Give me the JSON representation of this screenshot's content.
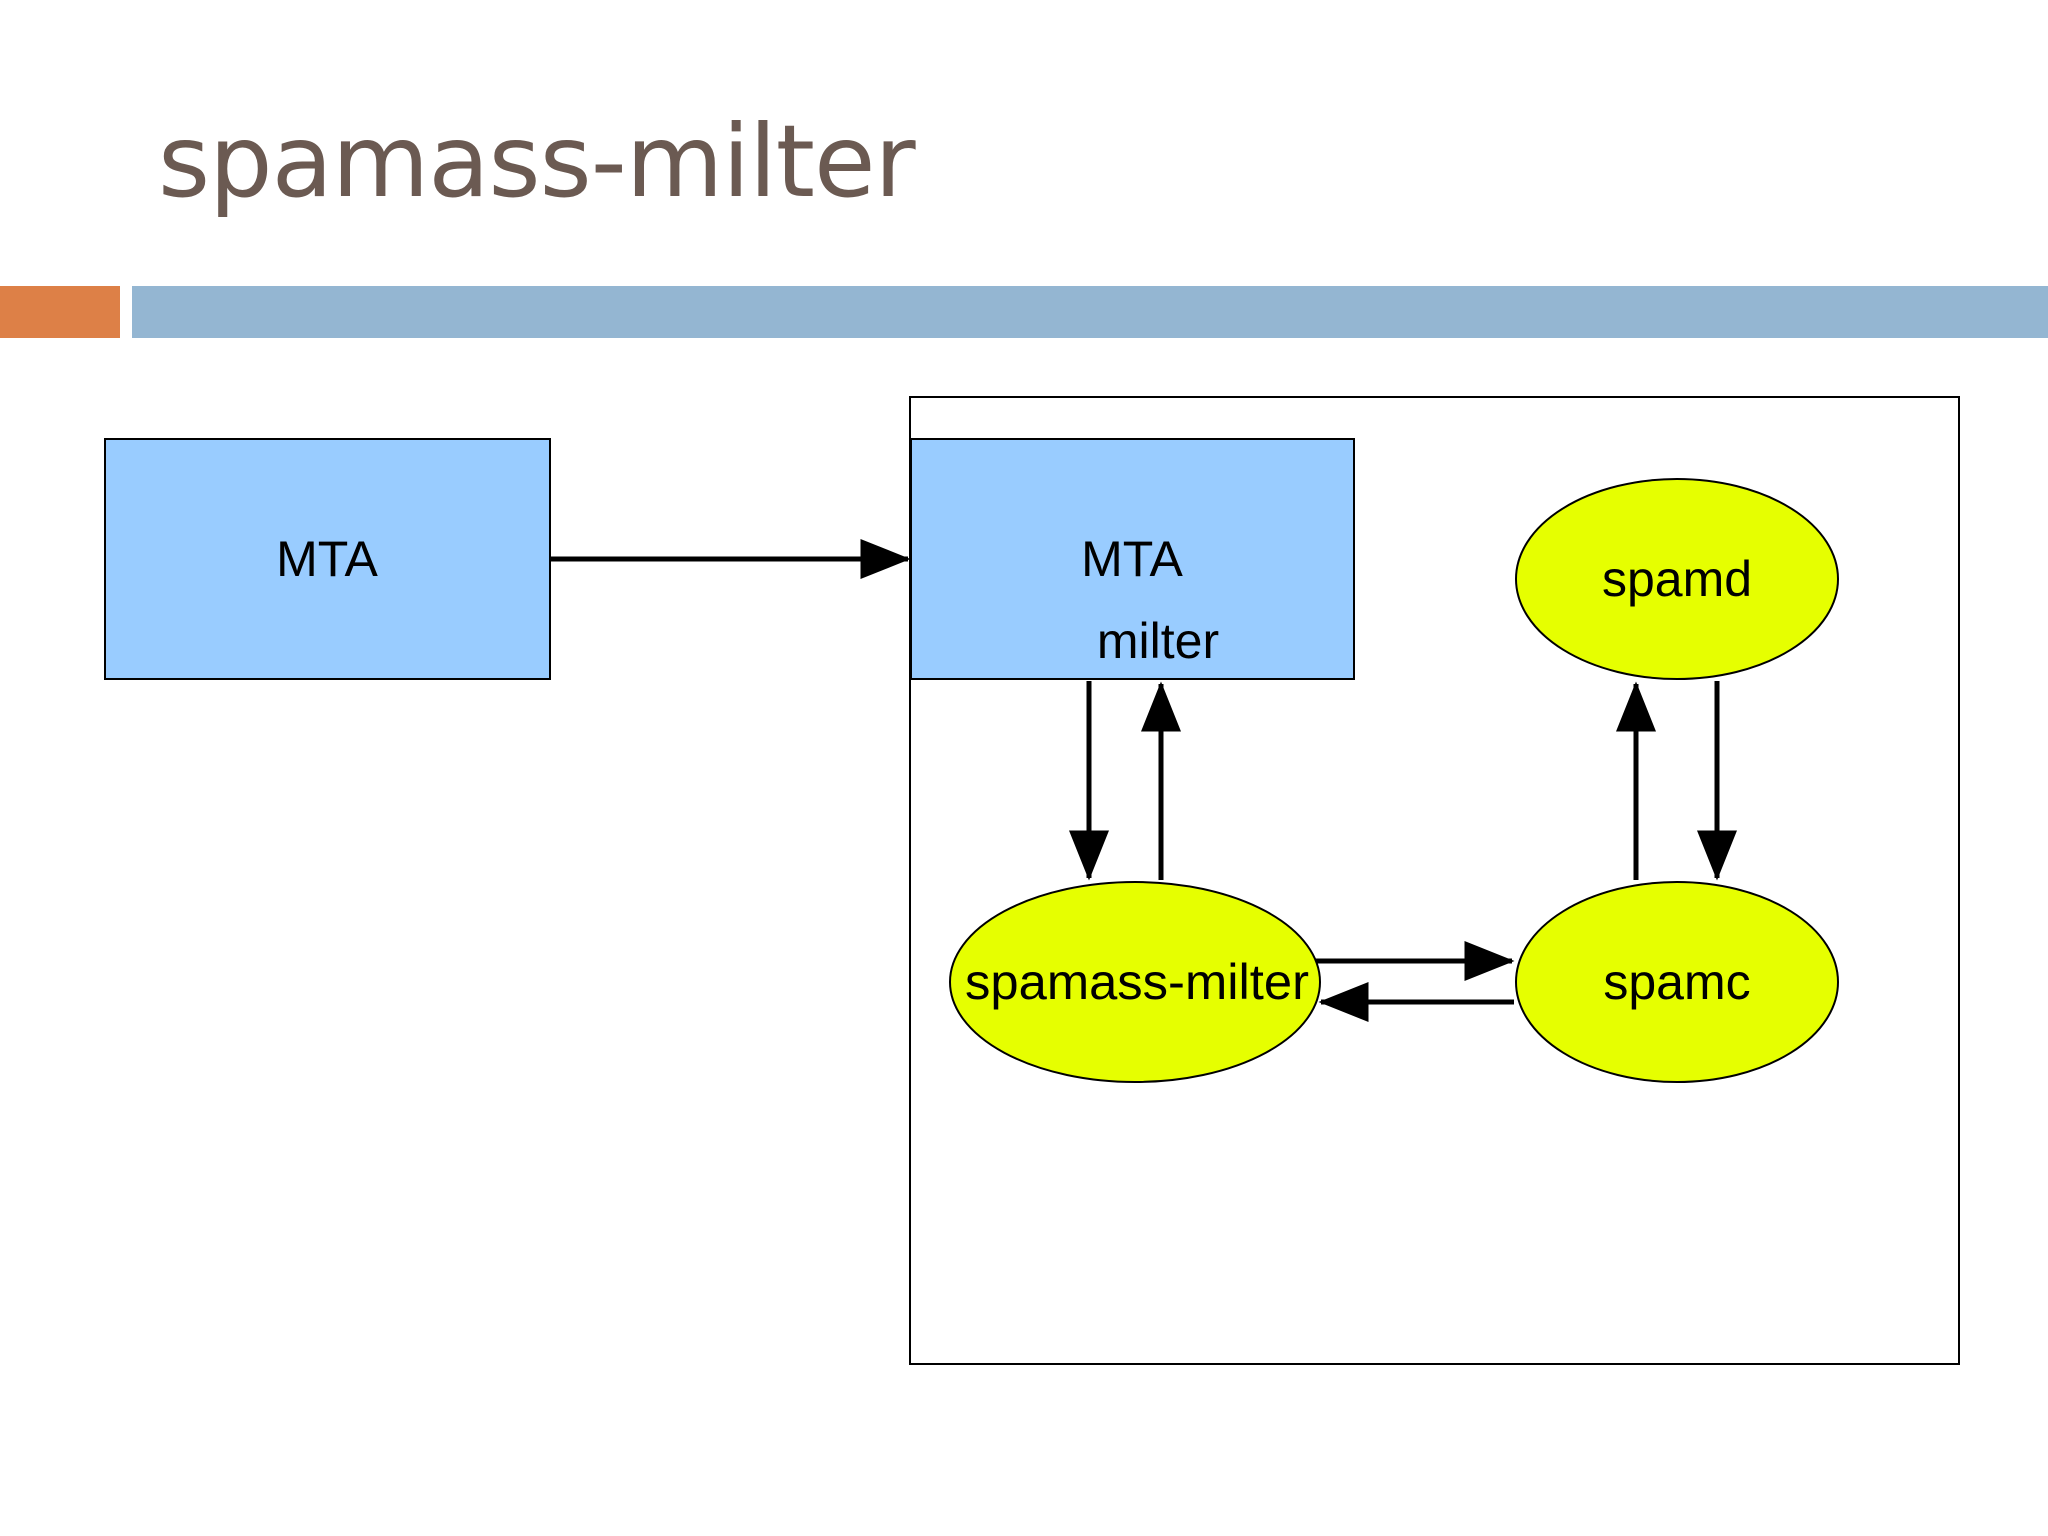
{
  "slide": {
    "title": "spamass-milter"
  },
  "colors": {
    "title_text": "#6b5a52",
    "accent_orange": "#dd8047",
    "accent_blue": "#94b6d2",
    "box_fill": "#99ccff",
    "ellipse_fill": "#e6ff00",
    "stroke": "#000000",
    "background": "#ffffff"
  },
  "diagram": {
    "nodes": {
      "mta_external": {
        "label": "MTA"
      },
      "mta_milter": {
        "label_line1": "MTA",
        "label_line2": "milter"
      },
      "spamass_milter": {
        "label": "spamass-milter"
      },
      "spamd": {
        "label": "spamd"
      },
      "spamc": {
        "label": "spamc"
      }
    },
    "edges": [
      {
        "from": "mta_external",
        "to": "mta_milter"
      },
      {
        "from": "mta_milter",
        "to": "spamass_milter"
      },
      {
        "from": "spamass_milter",
        "to": "mta_milter"
      },
      {
        "from": "spamass_milter",
        "to": "spamc"
      },
      {
        "from": "spamc",
        "to": "spamass_milter"
      },
      {
        "from": "spamc",
        "to": "spamd"
      },
      {
        "from": "spamd",
        "to": "spamc"
      }
    ]
  }
}
